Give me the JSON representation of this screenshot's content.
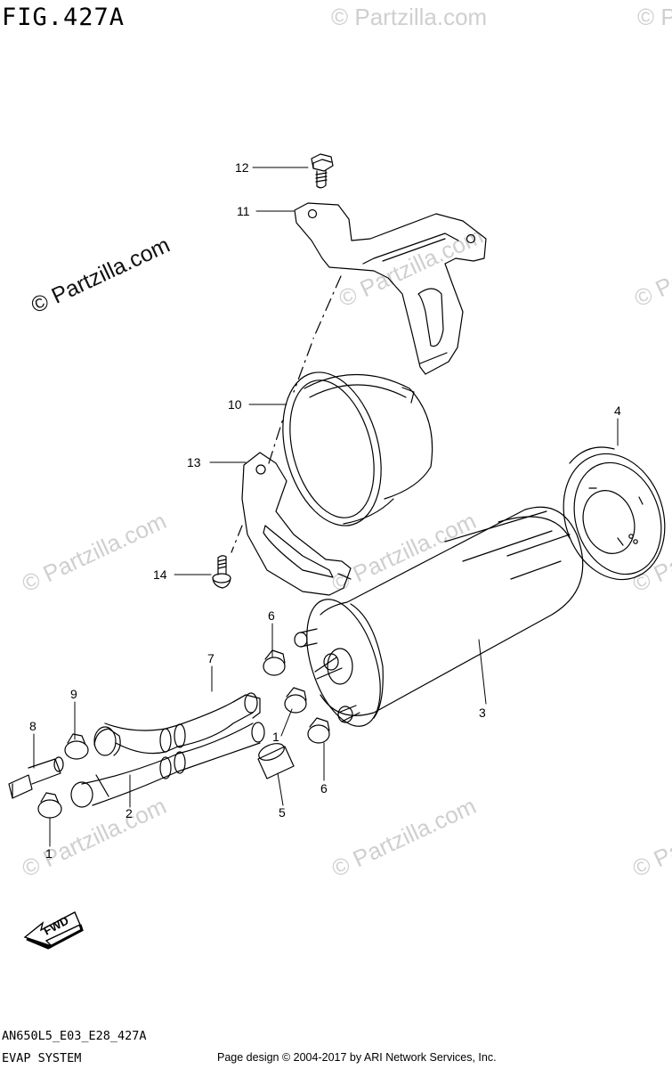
{
  "figure": {
    "title": "FIG.427A",
    "code": "AN650L5_E03_E28_427A",
    "system": "EVAP SYSTEM",
    "credit": "Page design © 2004-2017 by ARI Network Services, Inc."
  },
  "watermarks": {
    "main": "© Partzilla.com",
    "faint": "© Partzilla.com"
  },
  "direction_marker": {
    "label": "FWD"
  },
  "callouts": {
    "c1a": "1",
    "c1b": "1",
    "c2": "2",
    "c3": "3",
    "c4": "4",
    "c5": "5",
    "c6a": "6",
    "c6b": "6",
    "c7": "7",
    "c8": "8",
    "c9": "9",
    "c10": "10",
    "c11": "11",
    "c12": "12",
    "c13": "13",
    "c14": "14"
  }
}
